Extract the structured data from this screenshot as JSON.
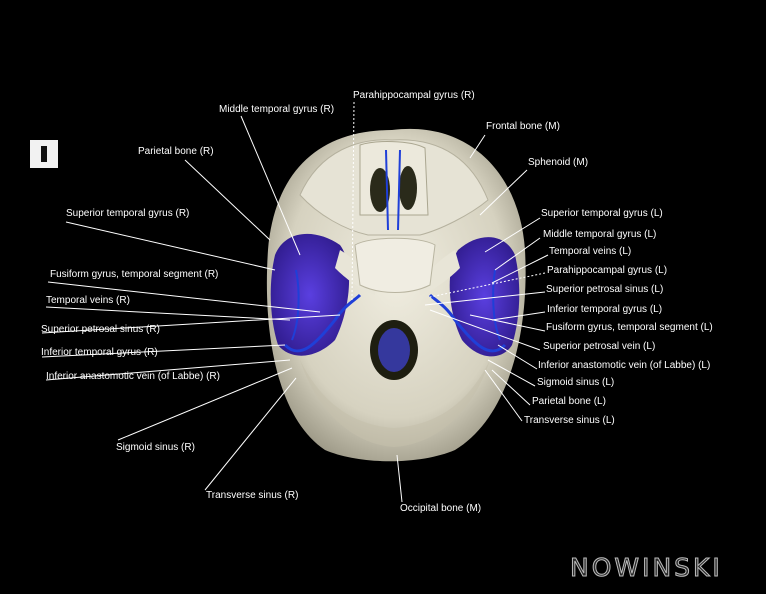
{
  "labels": {
    "parahippocampal_r": "Parahippocampal gyrus (R)",
    "middle_temporal_r": "Middle temporal gyrus (R)",
    "frontal_bone": "Frontal bone (M)",
    "parietal_bone_r": "Parietal bone (R)",
    "sphenoid": "Sphenoid (M)",
    "superior_temporal_r": "Superior temporal gyrus (R)",
    "superior_temporal_l": "Superior temporal gyrus (L)",
    "middle_temporal_l": "Middle temporal gyrus (L)",
    "temporal_veins_l": "Temporal veins (L)",
    "fusiform_r": "Fusiform gyrus, temporal segment (R)",
    "parahippocampal_l": "Parahippocampal gyrus (L)",
    "temporal_veins_r": "Temporal veins (R)",
    "superior_petrosal_sinus_l": "Superior petrosal sinus (L)",
    "inferior_temporal_l": "Inferior temporal gyrus (L)",
    "superior_petrosal_sinus_r": "Superior petrosal sinus (R)",
    "fusiform_l": "Fusiform gyrus, temporal segment (L)",
    "inferior_temporal_r": "Inferior temporal gyrus (R)",
    "superior_petrosal_vein_l": "Superior petrosal vein (L)",
    "inferior_anastomotic_r": "Inferior anastomotic vein (of Labbe) (R)",
    "inferior_anastomotic_l": "Inferior anastomotic vein (of Labbe) (L)",
    "sigmoid_sinus_l": "Sigmoid sinus (L)",
    "parietal_bone_l": "Parietal bone (L)",
    "transverse_sinus_l": "Transverse sinus (L)",
    "sigmoid_sinus_r": "Sigmoid sinus (R)",
    "transverse_sinus_r": "Transverse sinus (R)",
    "occipital_bone": "Occipital bone (M)"
  },
  "watermark": "NOWINSKI",
  "colors": {
    "background": "#000000",
    "bone": "#d9d6c6",
    "cortex": "#4a2ec2",
    "vessel": "#1f3fd8",
    "label_text": "#ffffff",
    "leader_line": "#ffffff"
  }
}
